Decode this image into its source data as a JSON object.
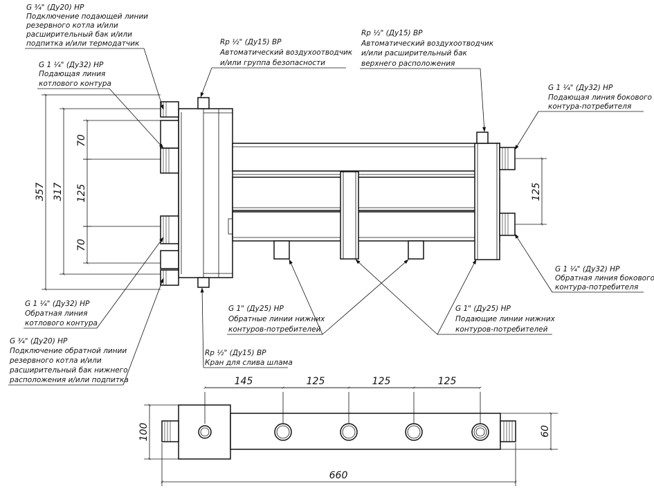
{
  "callouts": {
    "top_left_supply_backup": {
      "spec": "G ¾\" (Ду20) НР",
      "lines": [
        "Подключение подающей линии",
        "резервного котла и/или",
        "расширительный бак и/или",
        "подпитка и/или термодатчик"
      ]
    },
    "boiler_supply": {
      "spec": "G 1 ¼\" (Ду32) НР",
      "lines": [
        "Подающая линия",
        "котлового контура"
      ]
    },
    "air_vent_safety": {
      "spec": "Rp ½\" (Ду15) ВР",
      "lines": [
        "Автоматический воздухоотводчик",
        "и/или группа безопасности"
      ]
    },
    "air_vent_tank": {
      "spec": "Rp ½\" (Ду15) ВР",
      "lines": [
        "Автоматический воздухоотводчик",
        "и/или расширительный бак",
        "верхнего расположения"
      ]
    },
    "side_supply": {
      "spec": "G 1 ¼\" (Ду32) НР",
      "lines": [
        "Подающая линия бокового",
        "контура-потребителя"
      ]
    },
    "side_return": {
      "spec": "G 1 ¼\" (Ду32) НР",
      "lines": [
        "Обратная линия бокового",
        "контура-потребителя"
      ]
    },
    "boiler_return": {
      "spec": "G 1 ¼\" (Ду32) НР",
      "lines": [
        "Обратная линия",
        "котлового контура"
      ]
    },
    "lower_return": {
      "spec": "G 1\" (Ду25) НР",
      "lines": [
        "Обратные линии нижних",
        "контуров-потребителей"
      ]
    },
    "lower_supply": {
      "spec": "G 1\" (Ду25) НР",
      "lines": [
        "Подающие линии нижних",
        "контуров-потребителей"
      ]
    },
    "bottom_left_return_backup": {
      "spec": "G ¾\" (Ду20) НР",
      "lines": [
        "Подключение обратной линии",
        "резервного котла и/или",
        "расширительный бак нижнего",
        "расположения и/или подпитка"
      ]
    },
    "drain_valve": {
      "spec": "Rp ½\" (Ду15) ВР",
      "lines": [
        "Кран для слива шлама"
      ]
    }
  },
  "dimensions": {
    "height_outer": "357",
    "height_inner": "317",
    "spacing_top": "70",
    "spacing_mid": "125",
    "spacing_bottom": "70",
    "right_spacing": "125",
    "plan_first": "145",
    "plan_second": "125",
    "plan_third": "125",
    "plan_fourth": "125",
    "plan_height_left": "100",
    "plan_height_right": "60",
    "plan_length": "660"
  }
}
